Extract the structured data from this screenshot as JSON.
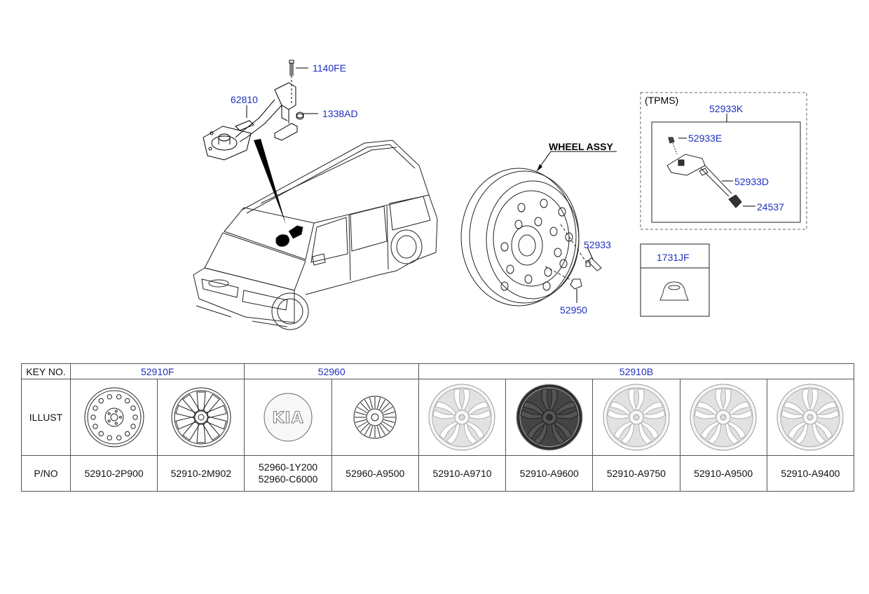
{
  "diagram": {
    "callouts": {
      "c1140FE": "1140FE",
      "c62810": "62810",
      "c1338AD": "1338AD",
      "wheel_assy": "WHEEL ASSY",
      "tpms": "(TPMS)",
      "c52933K": "52933K",
      "c52933E": "52933E",
      "c52933D": "52933D",
      "c24537": "24537",
      "c52933": "52933",
      "c52950": "52950",
      "c1731JF": "1731JF"
    }
  },
  "table": {
    "key_label": "KEY NO.",
    "illust_label": "ILLUST",
    "pno_label": "P/NO",
    "groups": [
      "52910F",
      "52960",
      "52910B"
    ],
    "parts": [
      {
        "pn": [
          "52910-2P900"
        ],
        "icon": "steel-wheel-icon"
      },
      {
        "pn": [
          "52910-2M902"
        ],
        "icon": "alloy-wheel-10-spoke-icon"
      },
      {
        "pn": [
          "52960-1Y200",
          "52960-C6000"
        ],
        "icon": "kia-hub-cap-icon"
      },
      {
        "pn": [
          "52960-A9500"
        ],
        "icon": "wheel-cover-icon"
      },
      {
        "pn": [
          "52910-A9710"
        ],
        "icon": "alloy-wheel-silver-icon"
      },
      {
        "pn": [
          "52910-A9600"
        ],
        "icon": "alloy-wheel-dark-icon"
      },
      {
        "pn": [
          "52910-A9750"
        ],
        "icon": "alloy-wheel-silver-icon"
      },
      {
        "pn": [
          "52910-A9500"
        ],
        "icon": "alloy-wheel-twin-spoke-icon"
      },
      {
        "pn": [
          "52910-A9400"
        ],
        "icon": "alloy-wheel-silver-icon"
      }
    ]
  }
}
